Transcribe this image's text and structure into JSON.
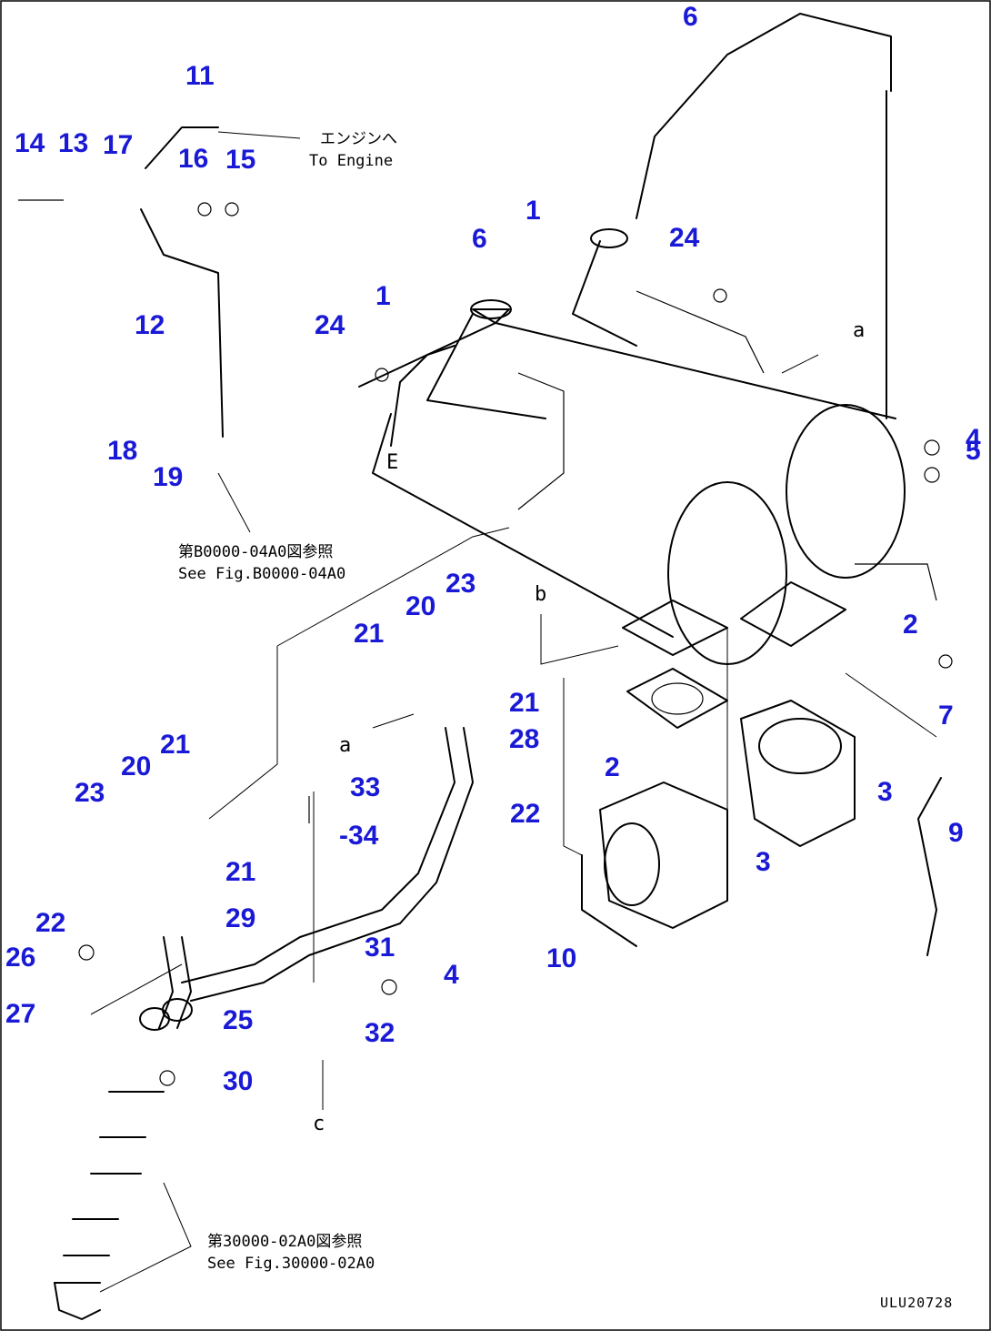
{
  "drawing_code": "ULU20728",
  "notes": {
    "to_engine_jp": "エンジンへ",
    "to_engine_en": "To Engine",
    "fig_b_jp": "第B0000-04A0図参照",
    "fig_b_en": "See Fig.B0000-04A0",
    "fig_30_jp": "第30000-02A0図参照",
    "fig_30_en": "See Fig.30000-02A0"
  },
  "section_markers": [
    "a",
    "b",
    "c",
    "E"
  ],
  "callouts": [
    "1",
    "1",
    "2",
    "2",
    "3",
    "3",
    "4",
    "4",
    "5",
    "6",
    "6",
    "7",
    "9",
    "10",
    "11",
    "12",
    "13",
    "14",
    "15",
    "16",
    "17",
    "18",
    "19",
    "20",
    "20",
    "21",
    "21",
    "21",
    "21",
    "22",
    "22",
    "23",
    "23",
    "24",
    "24",
    "25",
    "26",
    "27",
    "28",
    "29",
    "30",
    "31",
    "32",
    "33",
    "-34"
  ]
}
